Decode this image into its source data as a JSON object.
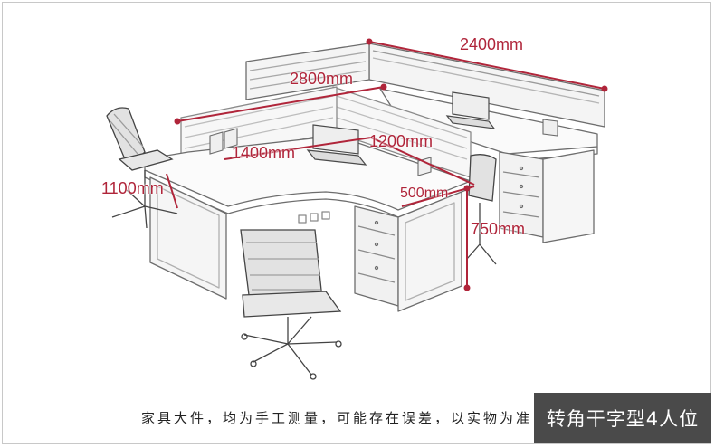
{
  "dimensions": {
    "width_top": "2400mm",
    "width_back": "2800mm",
    "desk_left": "1400mm",
    "desk_right": "1200mm",
    "depth": "1100mm",
    "drawer_depth": "500mm",
    "height": "750mm"
  },
  "footer": {
    "note": "家具大件，均为手工测量，可能存在误差，以实物为准",
    "product_title": "转角干字型4人位"
  },
  "colors": {
    "dimension": "#b0253a",
    "sketch": "#6d6d6d",
    "title_bg": "#4a4a4a"
  }
}
